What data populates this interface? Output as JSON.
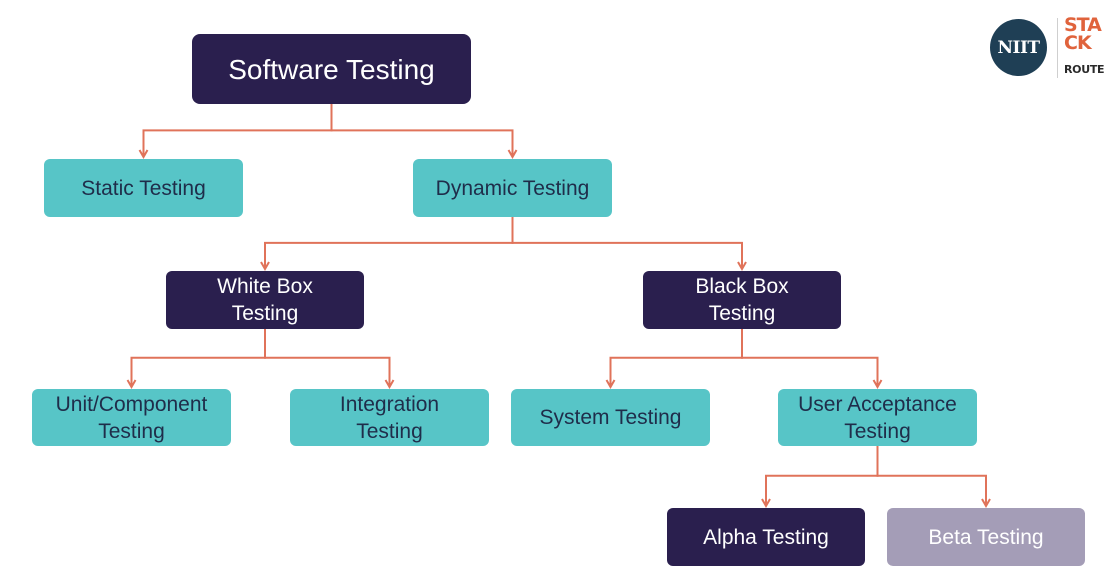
{
  "diagram": {
    "nodes": {
      "root": "Software Testing",
      "static": "Static Testing",
      "dynamic": "Dynamic Testing",
      "white_box": "White Box\nTesting",
      "black_box": "Black Box\nTesting",
      "unit": "Unit/Component\nTesting",
      "integration": "Integration\nTesting",
      "system": "System Testing",
      "uat": "User Acceptance\nTesting",
      "alpha": "Alpha Testing",
      "beta": "Beta Testing"
    },
    "edges": [
      [
        "root",
        "static"
      ],
      [
        "root",
        "dynamic"
      ],
      [
        "dynamic",
        "white_box"
      ],
      [
        "dynamic",
        "black_box"
      ],
      [
        "white_box",
        "unit"
      ],
      [
        "white_box",
        "integration"
      ],
      [
        "black_box",
        "system"
      ],
      [
        "black_box",
        "uat"
      ],
      [
        "uat",
        "alpha"
      ],
      [
        "uat",
        "beta"
      ]
    ],
    "colors": {
      "dark_node": "#2a1f4e",
      "teal_node": "#57c5c7",
      "grey_node": "#a49db7",
      "connector": "#e0735a"
    }
  },
  "logo": {
    "badge": "NIIT",
    "stack": "STA\nCK",
    "route": "ROUTE"
  }
}
